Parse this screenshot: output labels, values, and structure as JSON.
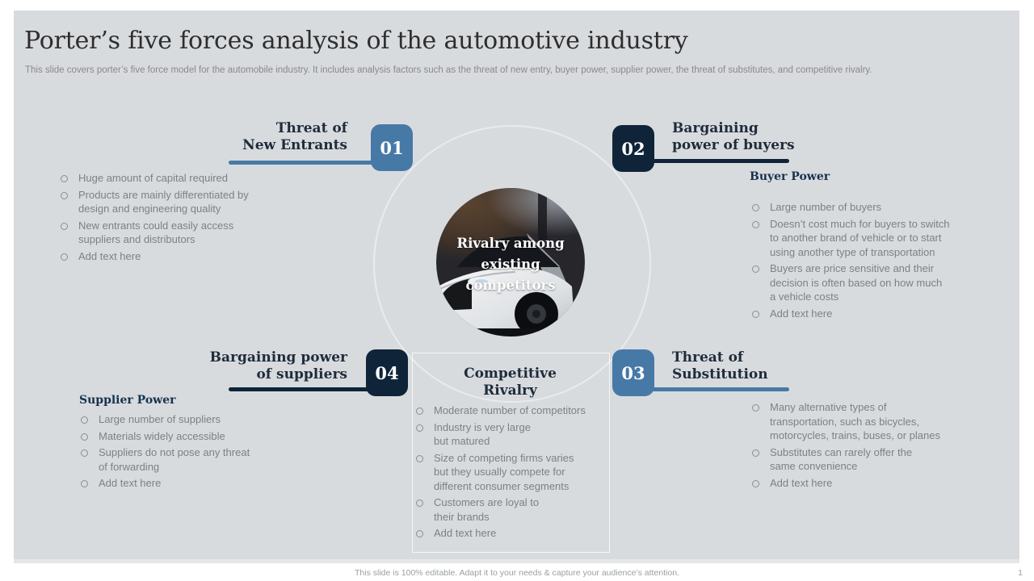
{
  "title": "Porter’s five forces analysis of the automotive industry",
  "subtitle": "This slide covers porter’s five force model for the automobile industry. It includes analysis factors such as the threat of new entry,  buyer power, supplier power, the threat of substitutes, and competitive rivalry.",
  "colors": {
    "slide_background": "#d8dbde",
    "accent_blue": "#4779a7",
    "accent_navy": "#0f2439",
    "heading_text": "#1f2c3a",
    "body_text": "#7e8083"
  },
  "center": {
    "label": "Rivalry among\nexisting\ncompetitors",
    "image": "car-photo"
  },
  "forces": {
    "new_entrants": {
      "number": "01",
      "title": "Threat of\nNew Entrants",
      "bullets": [
        "Huge amount of capital required",
        "Products are mainly differentiated by\ndesign and engineering quality",
        "New entrants could easily access\nsuppliers and distributors",
        "Add text here"
      ]
    },
    "buyers": {
      "number": "02",
      "title": "Bargaining\npower of buyers",
      "subheading": "Buyer Power",
      "bullets": [
        "Large number of buyers",
        "Doesn’t cost much for buyers to switch\nto another brand of vehicle or to start\nusing another type of transportation",
        "Buyers are price sensitive and their\ndecision is often based on how much\na vehicle costs",
        "Add text here"
      ]
    },
    "substitution": {
      "number": "03",
      "title": "Threat of\nSubstitution",
      "bullets": [
        "Many alternative types of\ntransportation, such as bicycles,\nmotorcycles, trains, buses, or planes",
        "Substitutes can rarely offer the\nsame convenience",
        "Add text here"
      ]
    },
    "suppliers": {
      "number": "04",
      "title": "Bargaining power\nof suppliers",
      "subheading": "Supplier Power",
      "bullets": [
        "Large number of suppliers",
        "Materials widely accessible",
        "Suppliers do not pose any threat\nof forwarding",
        "Add text here"
      ]
    },
    "rivalry": {
      "title": "Competitive\nRivalry",
      "bullets": [
        "Moderate number of competitors",
        "Industry is very large\nbut matured",
        "Size of competing firms varies\nbut they usually compete for\ndifferent consumer segments",
        "Customers are loyal to\ntheir brands",
        "Add text here"
      ]
    }
  },
  "footer": {
    "note": "This slide is 100% editable.  Adapt it to your needs & capture your audience’s attention.",
    "page_number": "1"
  }
}
